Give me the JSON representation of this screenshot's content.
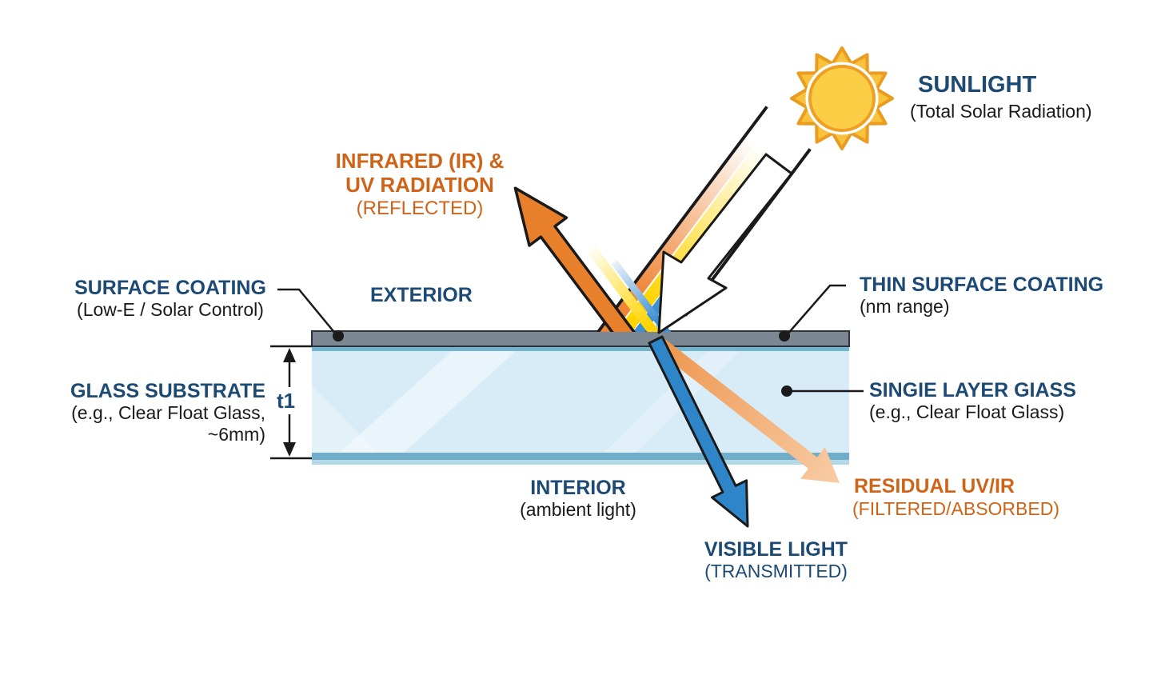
{
  "diagram": {
    "sunlight": {
      "title": "SUNLIGHT",
      "subtitle": "(Total Solar Radiation)"
    },
    "reflected": {
      "line1": "INFRARED (IR) &",
      "line2": "UV RADIATION",
      "line3": "(REFLECTED)"
    },
    "surface_coating": {
      "title": "SURFACE COATING",
      "subtitle": "(Low-E / Solar Control)"
    },
    "exterior": {
      "title": "EXTERIOR"
    },
    "thin_surface_coating": {
      "title": "THIN SURFACE COATING",
      "subtitle": "(nm range)"
    },
    "glass_substrate": {
      "title": "GLASS SUBSTRATE",
      "subtitle_line1": "(e.g., Clear Float Glass,",
      "subtitle_line2": "~6mm)"
    },
    "thickness_label": "t1",
    "single_layer_glass": {
      "title": "SINGIE LAYER GIASS",
      "subtitle": "(e.g., Clear Float Glass)"
    },
    "interior": {
      "title": "INTERIOR",
      "subtitle": "(ambient light)"
    },
    "visible_light": {
      "title": "VISIBLE LIGHT",
      "subtitle": "(TRANSMITTED)"
    },
    "residual": {
      "title": "RESIDUAL UV/IR",
      "subtitle": "(FILTERED/ABSORBED)"
    },
    "colors": {
      "navy_text": "#1c4a74",
      "orange_text": "#cf6418",
      "orange_arrow": "#e87f2b",
      "blue_arrow": "#2e86c8",
      "residual_arrow_start": "#ee9750",
      "residual_arrow_end": "#f8cba4",
      "sun_fill": "#f8c23c",
      "sun_stroke": "#ea9c21",
      "coating_gray": "#7b8793",
      "glass_blue": "#d7ecf7",
      "glass_edge_teal": "#74b4cd",
      "beam_yellow": "#ffd400",
      "beam_blue": "#3e8fd0"
    }
  }
}
